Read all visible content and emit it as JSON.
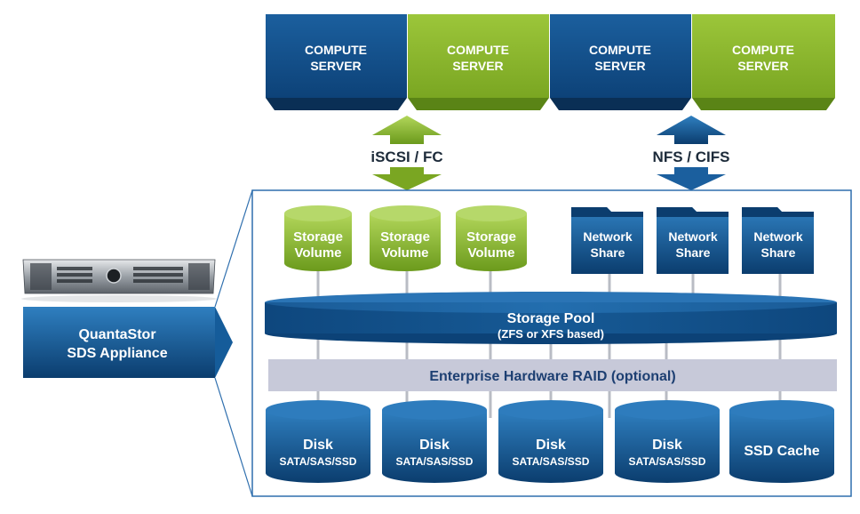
{
  "colors": {
    "blue_dark": "#0b3d6e",
    "blue": "#155c9a",
    "blue_light": "#2f7fc0",
    "green_dark": "#6b9a1c",
    "green": "#8dbb2a",
    "green_light": "#b2d65a",
    "raid_bg": "#c7c9d9",
    "raid_text": "#1d3f72",
    "border": "#2f6fae"
  },
  "servers": [
    {
      "line1": "COMPUTE",
      "line2": "SERVER",
      "color": "blue"
    },
    {
      "line1": "COMPUTE",
      "line2": "SERVER",
      "color": "green"
    },
    {
      "line1": "COMPUTE",
      "line2": "SERVER",
      "color": "blue"
    },
    {
      "line1": "COMPUTE",
      "line2": "SERVER",
      "color": "green"
    }
  ],
  "protocols": [
    {
      "label": "iSCSI / FC",
      "color": "green"
    },
    {
      "label": "NFS / CIFS",
      "color": "blue"
    }
  ],
  "volumes": [
    {
      "line1": "Storage",
      "line2": "Volume"
    },
    {
      "line1": "Storage",
      "line2": "Volume"
    },
    {
      "line1": "Storage",
      "line2": "Volume"
    }
  ],
  "shares": [
    {
      "line1": "Network",
      "line2": "Share"
    },
    {
      "line1": "Network",
      "line2": "Share"
    },
    {
      "line1": "Network",
      "line2": "Share"
    }
  ],
  "pool": {
    "title": "Storage Pool",
    "subtitle": "(ZFS or XFS based)"
  },
  "raid": {
    "label": "Enterprise Hardware RAID (optional)"
  },
  "disks": [
    {
      "title": "Disk",
      "subtitle": "SATA/SAS/SSD"
    },
    {
      "title": "Disk",
      "subtitle": "SATA/SAS/SSD"
    },
    {
      "title": "Disk",
      "subtitle": "SATA/SAS/SSD"
    },
    {
      "title": "Disk",
      "subtitle": "SATA/SAS/SSD"
    },
    {
      "title": "SSD Cache",
      "subtitle": ""
    }
  ],
  "appliance": {
    "line1": "QuantaStor",
    "line2": "SDS Appliance"
  }
}
